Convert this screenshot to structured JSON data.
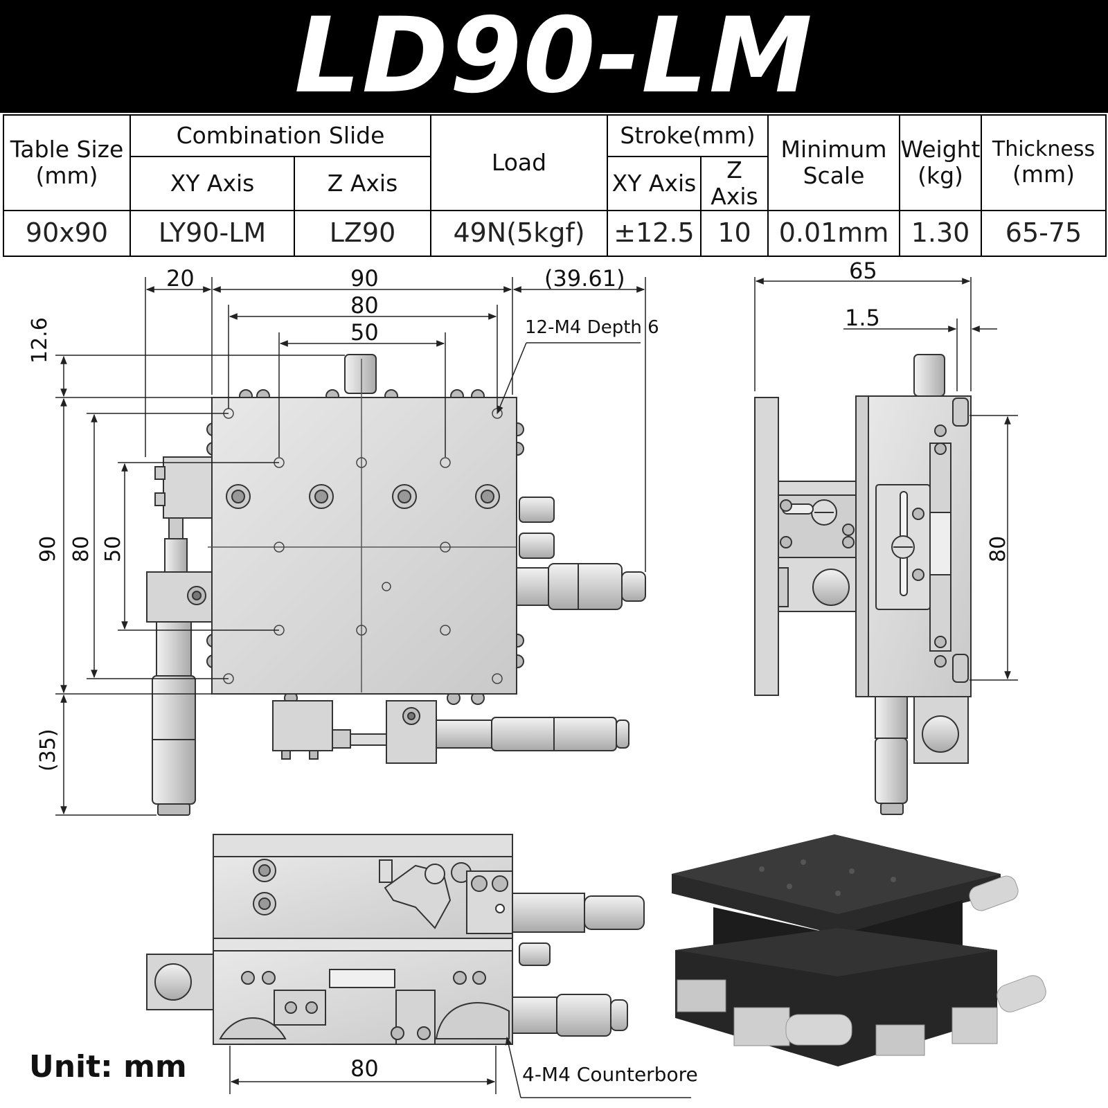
{
  "title": "LD90-LM",
  "table": {
    "headers": {
      "table_size": "Table Size",
      "table_size_unit": "(mm)",
      "combination_slide": "Combination Slide",
      "xy_axis": "XY Axis",
      "z_axis": "Z Axis",
      "load": "Load",
      "stroke": "Stroke(mm)",
      "stroke_xy": "XY Axis",
      "stroke_z": "Z Axis",
      "min_scale_1": "Minimum",
      "min_scale_2": "Scale",
      "weight": "Weight",
      "weight_unit": "(kg)",
      "thickness": "Thickness",
      "thickness_unit": "(mm)"
    },
    "row": {
      "table_size": "90x90",
      "xy_slide": "LY90-LM",
      "z_slide": "LZ90",
      "load": "49N(5kgf)",
      "stroke_xy": "±12.5",
      "stroke_z": "10",
      "min_scale": "0.01mm",
      "weight": "1.30",
      "thickness": "65-75"
    }
  },
  "dimensions": {
    "top_20": "20",
    "top_90": "90",
    "top_39": "(39.61)",
    "top_80": "80",
    "top_50": "50",
    "left_12_6": "12.6",
    "left_90": "90",
    "left_80": "80",
    "left_50": "50",
    "left_35": "(35)",
    "side_65": "65",
    "side_1_5": "1.5",
    "side_80": "80",
    "bottom_80": "80"
  },
  "notes": {
    "m4_depth": "12-M4 Depth 6",
    "m4_counterbore": "4-M4 Counterbore",
    "unit": "Unit: mm"
  }
}
